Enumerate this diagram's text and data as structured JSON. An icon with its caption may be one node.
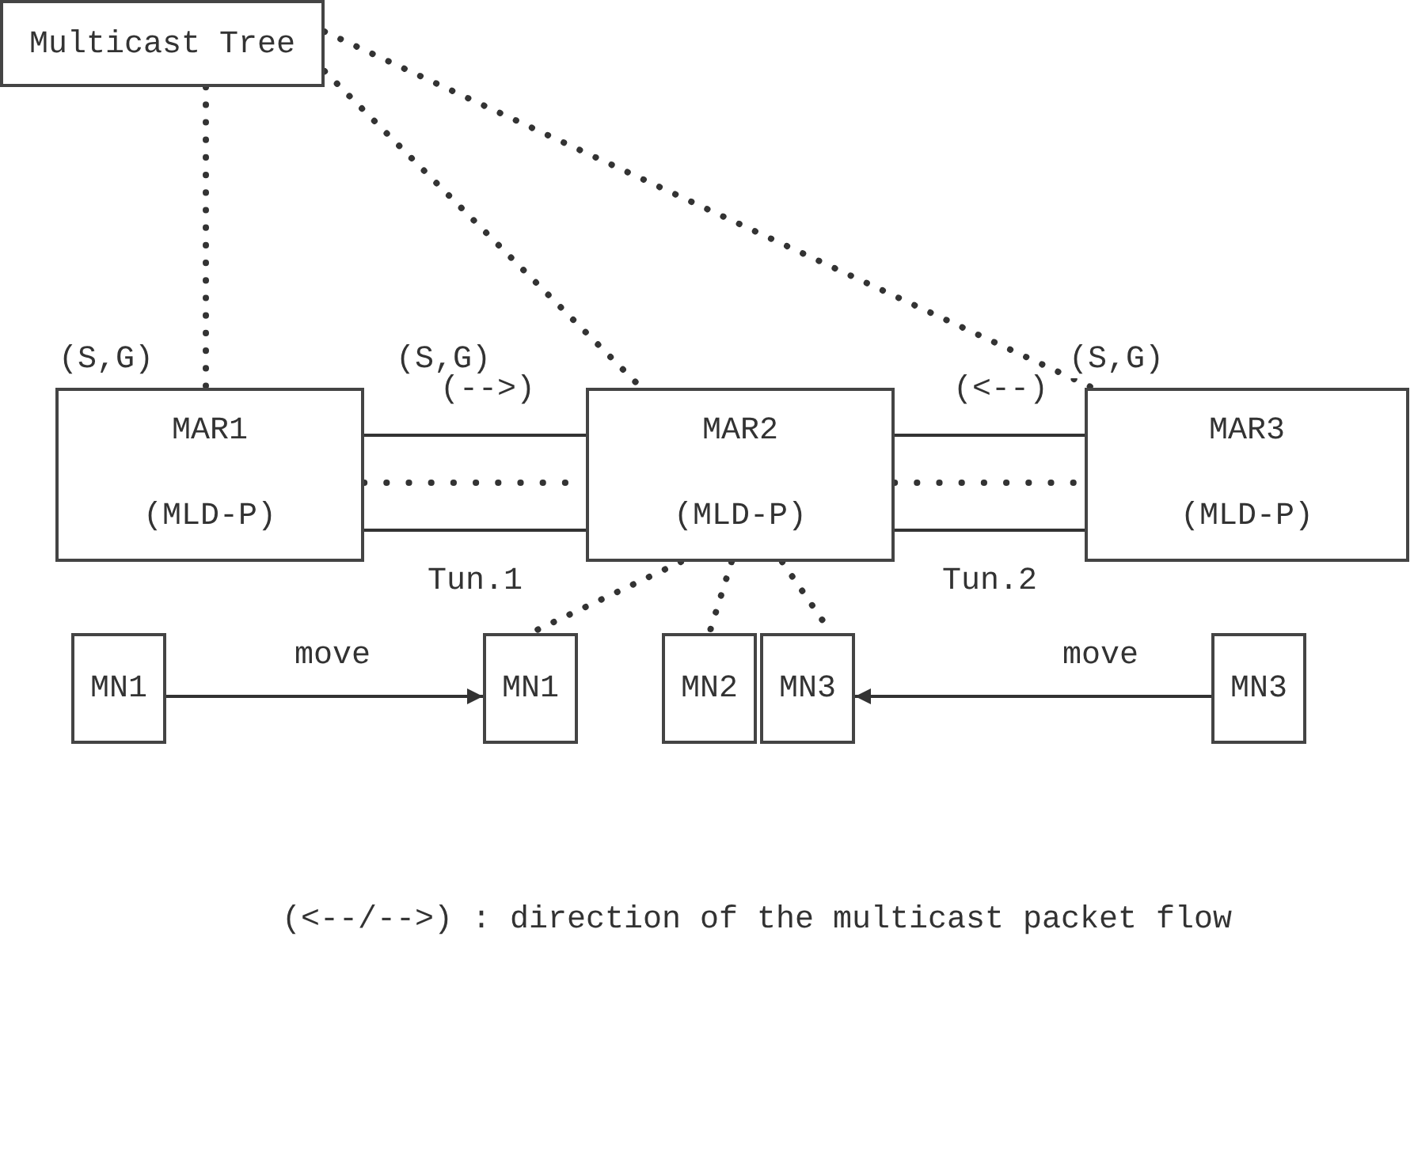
{
  "diagram": {
    "nodes": [
      {
        "text": [
          "Multicast Tree"
        ]
      },
      {
        "text": [
          "MAR1",
          "(MLD-P)"
        ]
      },
      {
        "text": [
          "MAR2",
          "(MLD-P)"
        ]
      },
      {
        "text": [
          "MAR3",
          "(MLD-P)"
        ]
      },
      {
        "text": [
          "MN1"
        ]
      },
      {
        "text": [
          "MN1"
        ]
      },
      {
        "text": [
          "MN2"
        ]
      },
      {
        "text": [
          "MN3"
        ]
      },
      {
        "text": [
          "MN3"
        ]
      }
    ],
    "edges": [
      {
        "from": 0,
        "to": 1,
        "arrow": "none",
        "label": "(S,G)",
        "style": "dashed"
      },
      {
        "from": 0,
        "to": 2,
        "arrow": "none",
        "label": "(S,G)",
        "style": "dashed"
      },
      {
        "from": 0,
        "to": 3,
        "arrow": "none",
        "label": "(S,G)",
        "style": "dashed"
      },
      {
        "from": 1,
        "to": 2,
        "arrow": "none",
        "label": "Tun.1"
      },
      {
        "from": 2,
        "to": 3,
        "arrow": "none",
        "label": "Tun.2"
      },
      {
        "from": 2,
        "to": 5,
        "arrow": "none",
        "style": "dashed"
      },
      {
        "from": 2,
        "to": 6,
        "arrow": "none",
        "style": "dashed"
      },
      {
        "from": 2,
        "to": 7,
        "arrow": "none",
        "style": "dashed"
      },
      {
        "from": 4,
        "to": 5,
        "arrow": "to",
        "label": "move"
      },
      {
        "from": 8,
        "to": 7,
        "arrow": "to",
        "label": "move"
      }
    ],
    "labels": [
      "(-->)",
      "(<--)",
      "(<--/-->) : direction of the multicast packet flow"
    ]
  }
}
